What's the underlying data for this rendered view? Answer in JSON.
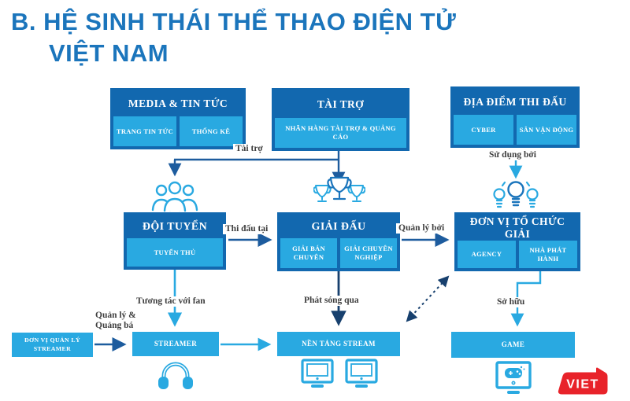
{
  "title": {
    "line1": "B. HỆ SINH THÁI THỂ THAO ĐIỆN TỬ",
    "line2": "VIỆT NAM"
  },
  "colors": {
    "title_blue": "#1b75bc",
    "dark_box_blue": "#1268af",
    "light_box_blue": "#29a9e1",
    "dark_arrow": "#1d5c9e",
    "navy_arrow": "#17406e",
    "light_arrow": "#29a9e1",
    "label_text": "#3d3d3d",
    "logo_red": "#e8232a"
  },
  "boxes": {
    "media": {
      "header": "MEDIA & TIN TỨC",
      "subs": [
        "TRANG TIN TỨC",
        "THỐNG KÊ"
      ]
    },
    "sponsor": {
      "header": "TÀI TRỢ",
      "subs": [
        "NHÃN HÀNG TÀI TRỢ & QUẢNG CÁO"
      ]
    },
    "venue": {
      "header": "ĐỊA ĐIỂM THI ĐẤU",
      "subs": [
        "CYBER",
        "SÂN VẬN ĐỘNG"
      ]
    },
    "team": {
      "header": "ĐỘI TUYỂN",
      "subs": [
        "TUYỂN THỦ"
      ]
    },
    "tournament": {
      "header": "GIẢI ĐẤU",
      "subs": [
        "GIẢI BÁN CHUYÊN",
        "GIẢI CHUYÊN NGHIỆP"
      ]
    },
    "organizer": {
      "header": "ĐƠN VỊ TỔ CHỨC GIẢI",
      "subs": [
        "AGENCY",
        "NHÀ PHÁT HÀNH"
      ]
    },
    "manager": {
      "label": "ĐƠN VỊ QUẢN LÝ STREAMER"
    },
    "streamer": {
      "label": "STREAMER"
    },
    "platform": {
      "label": "NỀN TẢNG STREAM"
    },
    "game": {
      "label": "GAME"
    }
  },
  "edges": {
    "sponsor_flow": "Tài trợ",
    "used_by": "Sử dụng bởi",
    "compete_at": "Thi đấu tại",
    "managed_by": "Quản lý bởi",
    "fan_interact": "Tương tác với fan",
    "broadcast_via": "Phát sóng qua",
    "owns": "Sở hữu",
    "manage_promote_1": "Quản lý &",
    "manage_promote_2": "Quảng bá"
  },
  "icons": {
    "team": "people-group-icon",
    "tournament": "trophies-icon",
    "organizer": "lightbulbs-icon",
    "streamer": "headphones-icon",
    "platform": "dual-monitors-icon",
    "game": "gaming-monitor-icon"
  },
  "logo": {
    "text": "VIET"
  }
}
